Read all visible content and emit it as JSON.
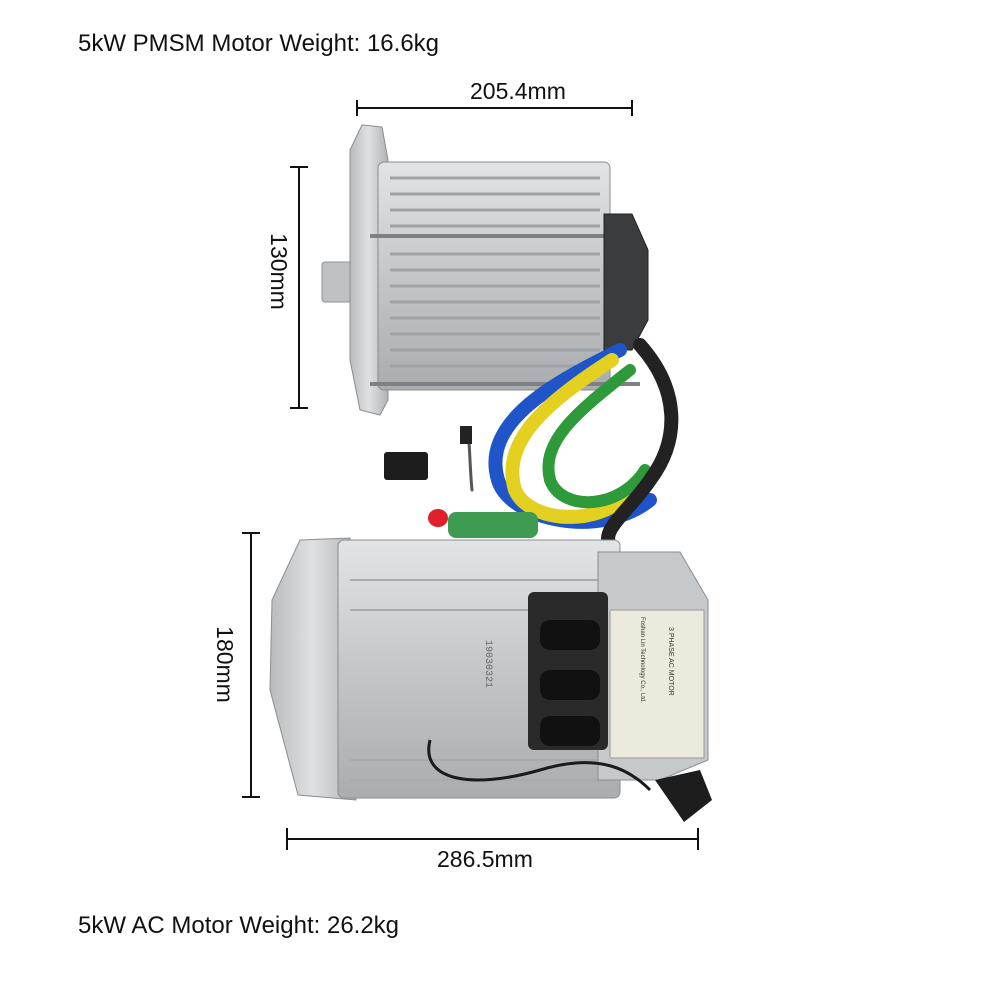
{
  "captions": {
    "pmsm": "5kW PMSM Motor Weight: 16.6kg",
    "ac": "5kW AC Motor Weight: 26.2kg"
  },
  "dimensions": {
    "pmsm_length": "205.4mm",
    "pmsm_height": "130mm",
    "ac_height": "180mm",
    "ac_length": "286.5mm"
  },
  "nameplate": {
    "motor_type": "3 PHASE AC MOTOR",
    "maker": "Foshan Lin Technology Co., Ltd.",
    "stamp": "19030321"
  },
  "colors": {
    "aluminum": "#c9ccce",
    "fin_dark": "#9fa3a6",
    "cable_blue": "#1f55c8",
    "cable_yellow": "#e4d020",
    "cable_green": "#2f9a3a",
    "cable_black": "#222222",
    "terminal_red": "#e0202a"
  }
}
